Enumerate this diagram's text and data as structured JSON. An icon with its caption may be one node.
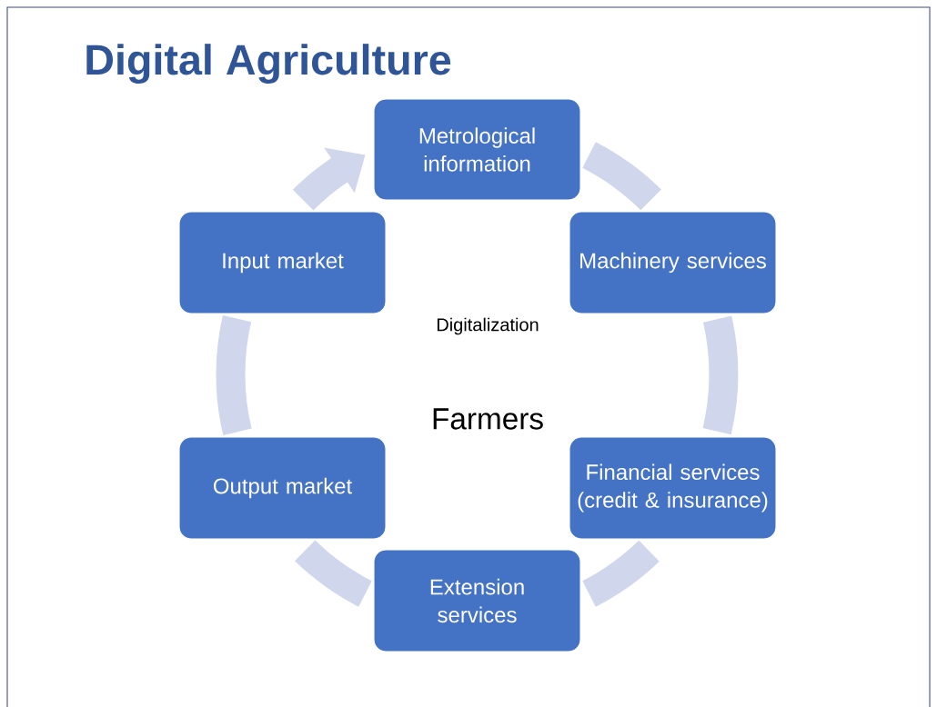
{
  "diagram": {
    "title": "Digital Agriculture",
    "nodes": [
      {
        "text": [
          "Metrological information"
        ]
      },
      {
        "text": [
          "Machinery services"
        ]
      },
      {
        "text": [
          "Financial services (credit & insurance)"
        ]
      },
      {
        "text": [
          "Extension services"
        ]
      },
      {
        "text": [
          "Output market"
        ]
      },
      {
        "text": [
          "Input market"
        ]
      }
    ],
    "edges": [
      {
        "from": 0,
        "to": 1,
        "arrow": "none"
      },
      {
        "from": 1,
        "to": 2,
        "arrow": "none"
      },
      {
        "from": 2,
        "to": 3,
        "arrow": "none"
      },
      {
        "from": 3,
        "to": 4,
        "arrow": "none"
      },
      {
        "from": 4,
        "to": 5,
        "arrow": "none"
      },
      {
        "from": 5,
        "to": 0,
        "arrow": "to"
      }
    ],
    "labels": [
      "Digitalization",
      "Farmers"
    ]
  }
}
